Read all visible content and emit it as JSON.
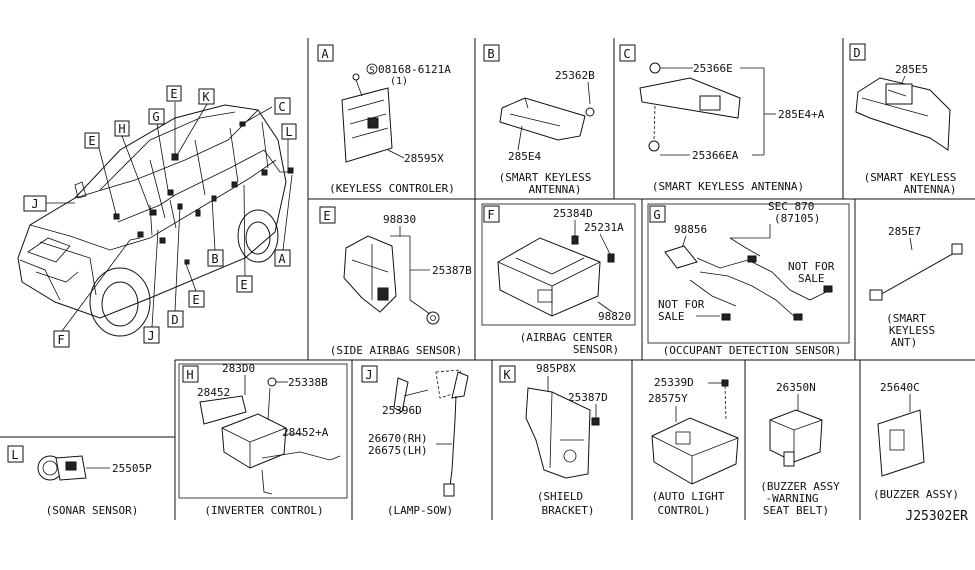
{
  "diagram_code": "J25302ER",
  "vehicle": {
    "callouts": [
      "E",
      "H",
      "G",
      "E",
      "K",
      "C",
      "L",
      "J",
      "B",
      "E",
      "E",
      "D",
      "J",
      "F",
      "A"
    ]
  },
  "panels": {
    "A": {
      "letter": "A",
      "parts": [
        "08168-6121A",
        "(1)",
        "28595X"
      ],
      "caption": "(KEYLESS CONTROLER)"
    },
    "B": {
      "letter": "B",
      "parts": [
        "25362B",
        "285E4"
      ],
      "caption_lines": [
        "(SMART KEYLESS",
        "ANTENNA)"
      ]
    },
    "C": {
      "letter": "C",
      "parts": [
        "25366E",
        "285E4+A",
        "25366EA"
      ],
      "caption": "(SMART KEYLESS ANTENNA)"
    },
    "D": {
      "letter": "D",
      "parts": [
        "285E5"
      ],
      "caption_lines": [
        "(SMART KEYLESS",
        "ANTENNA)"
      ]
    },
    "E": {
      "letter": "E",
      "parts": [
        "98830",
        "25387B"
      ],
      "caption": "(SIDE AIRBAG SENSOR)"
    },
    "F": {
      "letter": "F",
      "parts": [
        "25384D",
        "25231A",
        "98820"
      ],
      "caption_lines": [
        "(AIRBAG CENTER",
        "SENSOR)"
      ]
    },
    "G": {
      "letter": "G",
      "parts": [
        "SEC 870",
        "(87105)",
        "98856",
        "NOT FOR",
        "SALE",
        "NOT FOR",
        "SALE"
      ],
      "caption": "(OCCUPANT DETECTION SENSOR)"
    },
    "285E7": {
      "parts": [
        "285E7"
      ],
      "caption_lines": [
        "(SMART",
        "KEYLESS",
        "ANT)"
      ]
    },
    "H": {
      "letter": "H",
      "parts": [
        "283D0",
        "28452",
        "25338B",
        "28452+A"
      ],
      "caption": "(INVERTER CONTROL)"
    },
    "J": {
      "letter": "J",
      "parts": [
        "25396D",
        "26670(RH)",
        "26675(LH)"
      ],
      "caption": "(LAMP-SOW)"
    },
    "K": {
      "letter": "K",
      "parts": [
        "985P8X",
        "25387D"
      ],
      "caption_lines": [
        "(SHIELD",
        "BRACKET)"
      ]
    },
    "autolight": {
      "parts": [
        "25339D",
        "28575Y"
      ],
      "caption_lines": [
        "(AUTO LIGHT",
        "CONTROL)"
      ]
    },
    "buzzer_belt": {
      "parts": [
        "26350N"
      ],
      "caption_lines": [
        "(BUZZER ASSY",
        "-WARNING",
        "SEAT BELT)"
      ]
    },
    "buzzer": {
      "parts": [
        "25640C"
      ],
      "caption": "(BUZZER ASSY)"
    },
    "L": {
      "letter": "L",
      "parts": [
        "25505P"
      ],
      "caption": "(SONAR SENSOR)"
    }
  }
}
